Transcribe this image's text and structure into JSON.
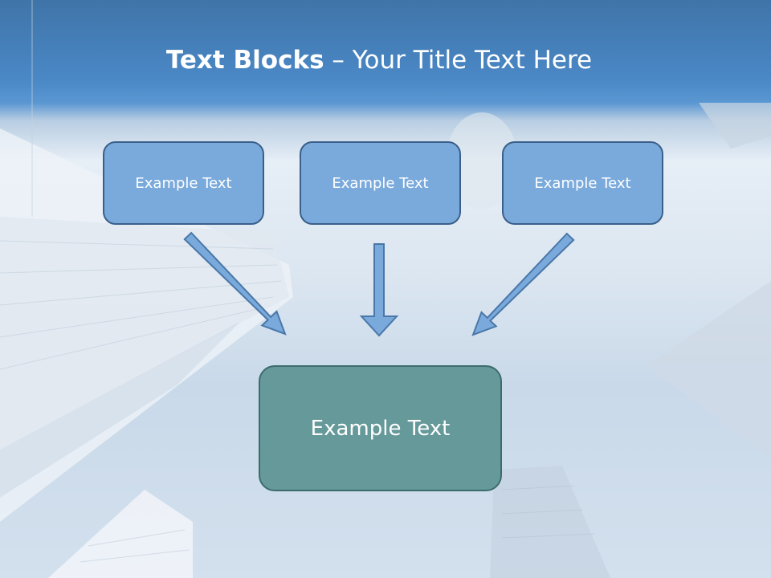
{
  "slide": {
    "title_bold": "Text Blocks",
    "title_rest": " – Your Title Text Here",
    "boxes": [
      {
        "label": "Example Text"
      },
      {
        "label": "Example Text"
      },
      {
        "label": "Example Text"
      }
    ],
    "main_box": {
      "label": "Example Text"
    }
  },
  "colors": {
    "header": "#4a88c6",
    "box_fill": "#7aaadc",
    "main_box_fill": "#66999a",
    "arrow_fill": "#7aaadc"
  }
}
